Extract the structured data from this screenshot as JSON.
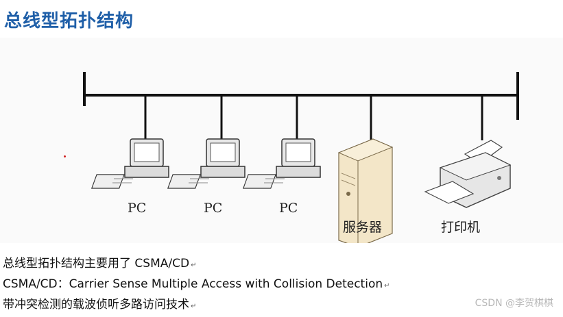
{
  "slide": {
    "title": "总线型拓扑结构"
  },
  "diagram": {
    "nodes": [
      {
        "label": "PC",
        "icon": "pc-icon"
      },
      {
        "label": "PC",
        "icon": "pc-icon"
      },
      {
        "label": "PC",
        "icon": "pc-icon"
      },
      {
        "label": "服务器",
        "icon": "server-icon"
      },
      {
        "label": "打印机",
        "icon": "printer-icon"
      }
    ]
  },
  "text": {
    "line1": "总线型拓扑结构主要用了 CSMA/CD",
    "line2": "CSMA/CD：Carrier Sense Multiple Access with Collision Detection",
    "line3": "带冲突检测的载波侦听多路访问技术",
    "return_mark": "↵"
  },
  "watermark": "CSDN @李贺棋棋"
}
